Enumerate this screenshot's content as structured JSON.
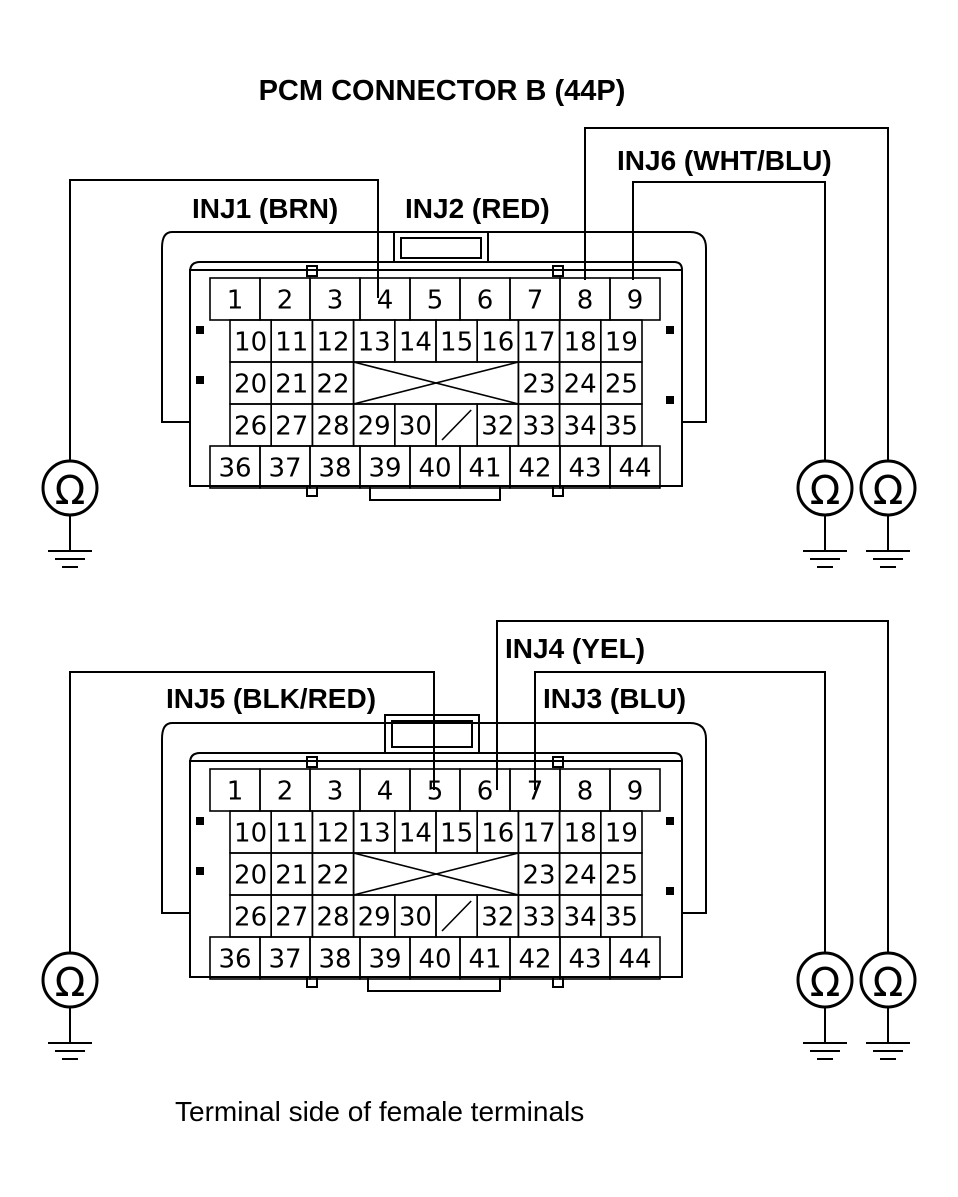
{
  "title": "PCM CONNECTOR B (44P)",
  "caption": "Terminal side of female terminals",
  "meter_symbol": "Ω",
  "icons": {
    "meter": "ohmmeter-icon",
    "ground": "ground-icon"
  },
  "connectors": [
    {
      "id": "top",
      "labels": {
        "inj1": "INJ1 (BRN)",
        "inj2": "INJ2 (RED)",
        "inj6": "INJ6 (WHT/BLU)"
      },
      "probed_pins": [
        4,
        8,
        9
      ]
    },
    {
      "id": "bottom",
      "labels": {
        "inj5": "INJ5 (BLK/RED)",
        "inj4": "INJ4 (YEL)",
        "inj3": "INJ3 (BLU)"
      },
      "probed_pins": [
        5,
        6,
        7
      ]
    }
  ],
  "pins": {
    "row1": [
      "1",
      "2",
      "3",
      "4",
      "5",
      "6",
      "7",
      "8",
      "9"
    ],
    "row2": [
      "10",
      "11",
      "12",
      "13",
      "14",
      "15",
      "16",
      "17",
      "18",
      "19"
    ],
    "row3_left": [
      "20",
      "21",
      "22"
    ],
    "row3_right": [
      "23",
      "24",
      "25"
    ],
    "row4_left": [
      "26",
      "27",
      "28",
      "29",
      "30"
    ],
    "row4_right": [
      "32",
      "33",
      "34",
      "35"
    ],
    "row5": [
      "36",
      "37",
      "38",
      "39",
      "40",
      "41",
      "42",
      "43",
      "44"
    ]
  }
}
